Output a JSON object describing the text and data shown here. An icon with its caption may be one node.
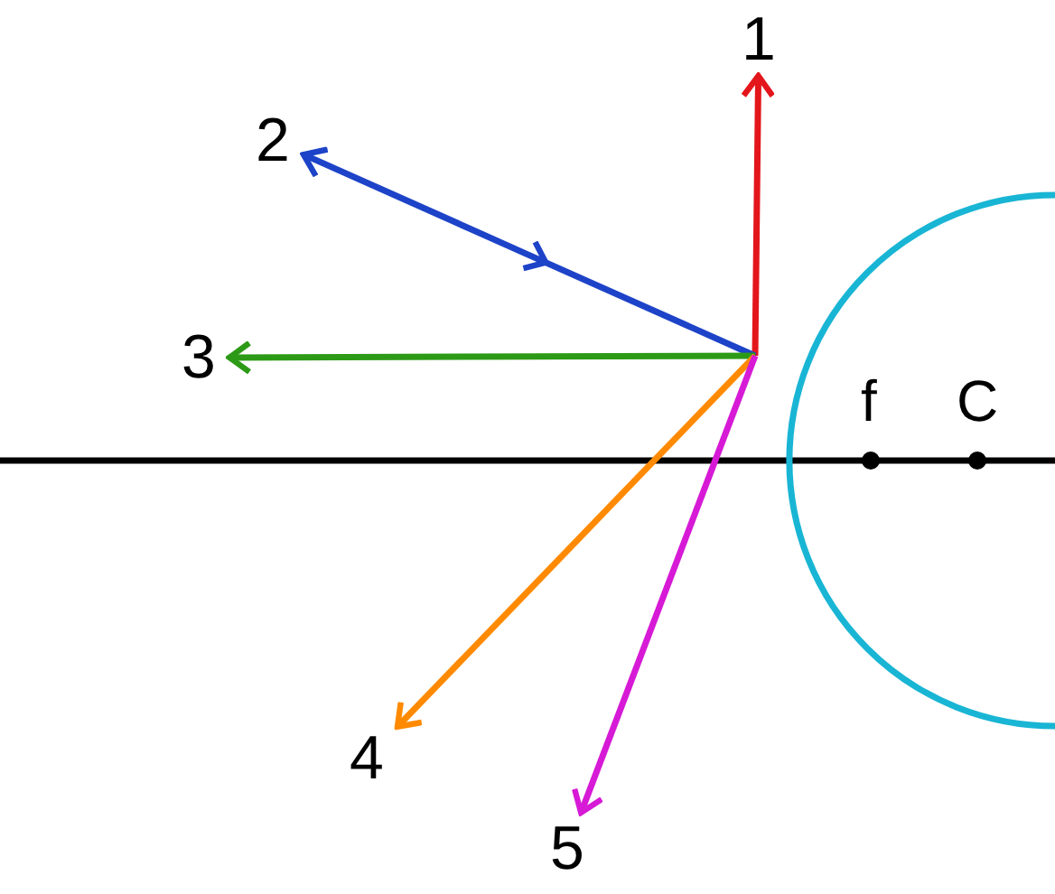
{
  "diagram": {
    "nodes": [
      {
        "text": [
          "1"
        ]
      },
      {
        "text": [
          "2"
        ]
      },
      {
        "text": [
          "3"
        ]
      },
      {
        "text": [
          "4"
        ]
      },
      {
        "text": [
          "5"
        ]
      }
    ],
    "edges": [
      {
        "from": null,
        "to": 0,
        "arrow": "to",
        "color": "#e3161b"
      },
      {
        "from": null,
        "to": 1,
        "arrow": "to",
        "color": "#1d43c8"
      },
      {
        "from": null,
        "to": 2,
        "arrow": "to",
        "color": "#2c9a16"
      },
      {
        "from": null,
        "to": 3,
        "arrow": "to",
        "color": "#ff8a00"
      },
      {
        "from": null,
        "to": 4,
        "arrow": "to",
        "color": "#d61ad6"
      }
    ],
    "labels": [
      "f",
      "C"
    ]
  }
}
